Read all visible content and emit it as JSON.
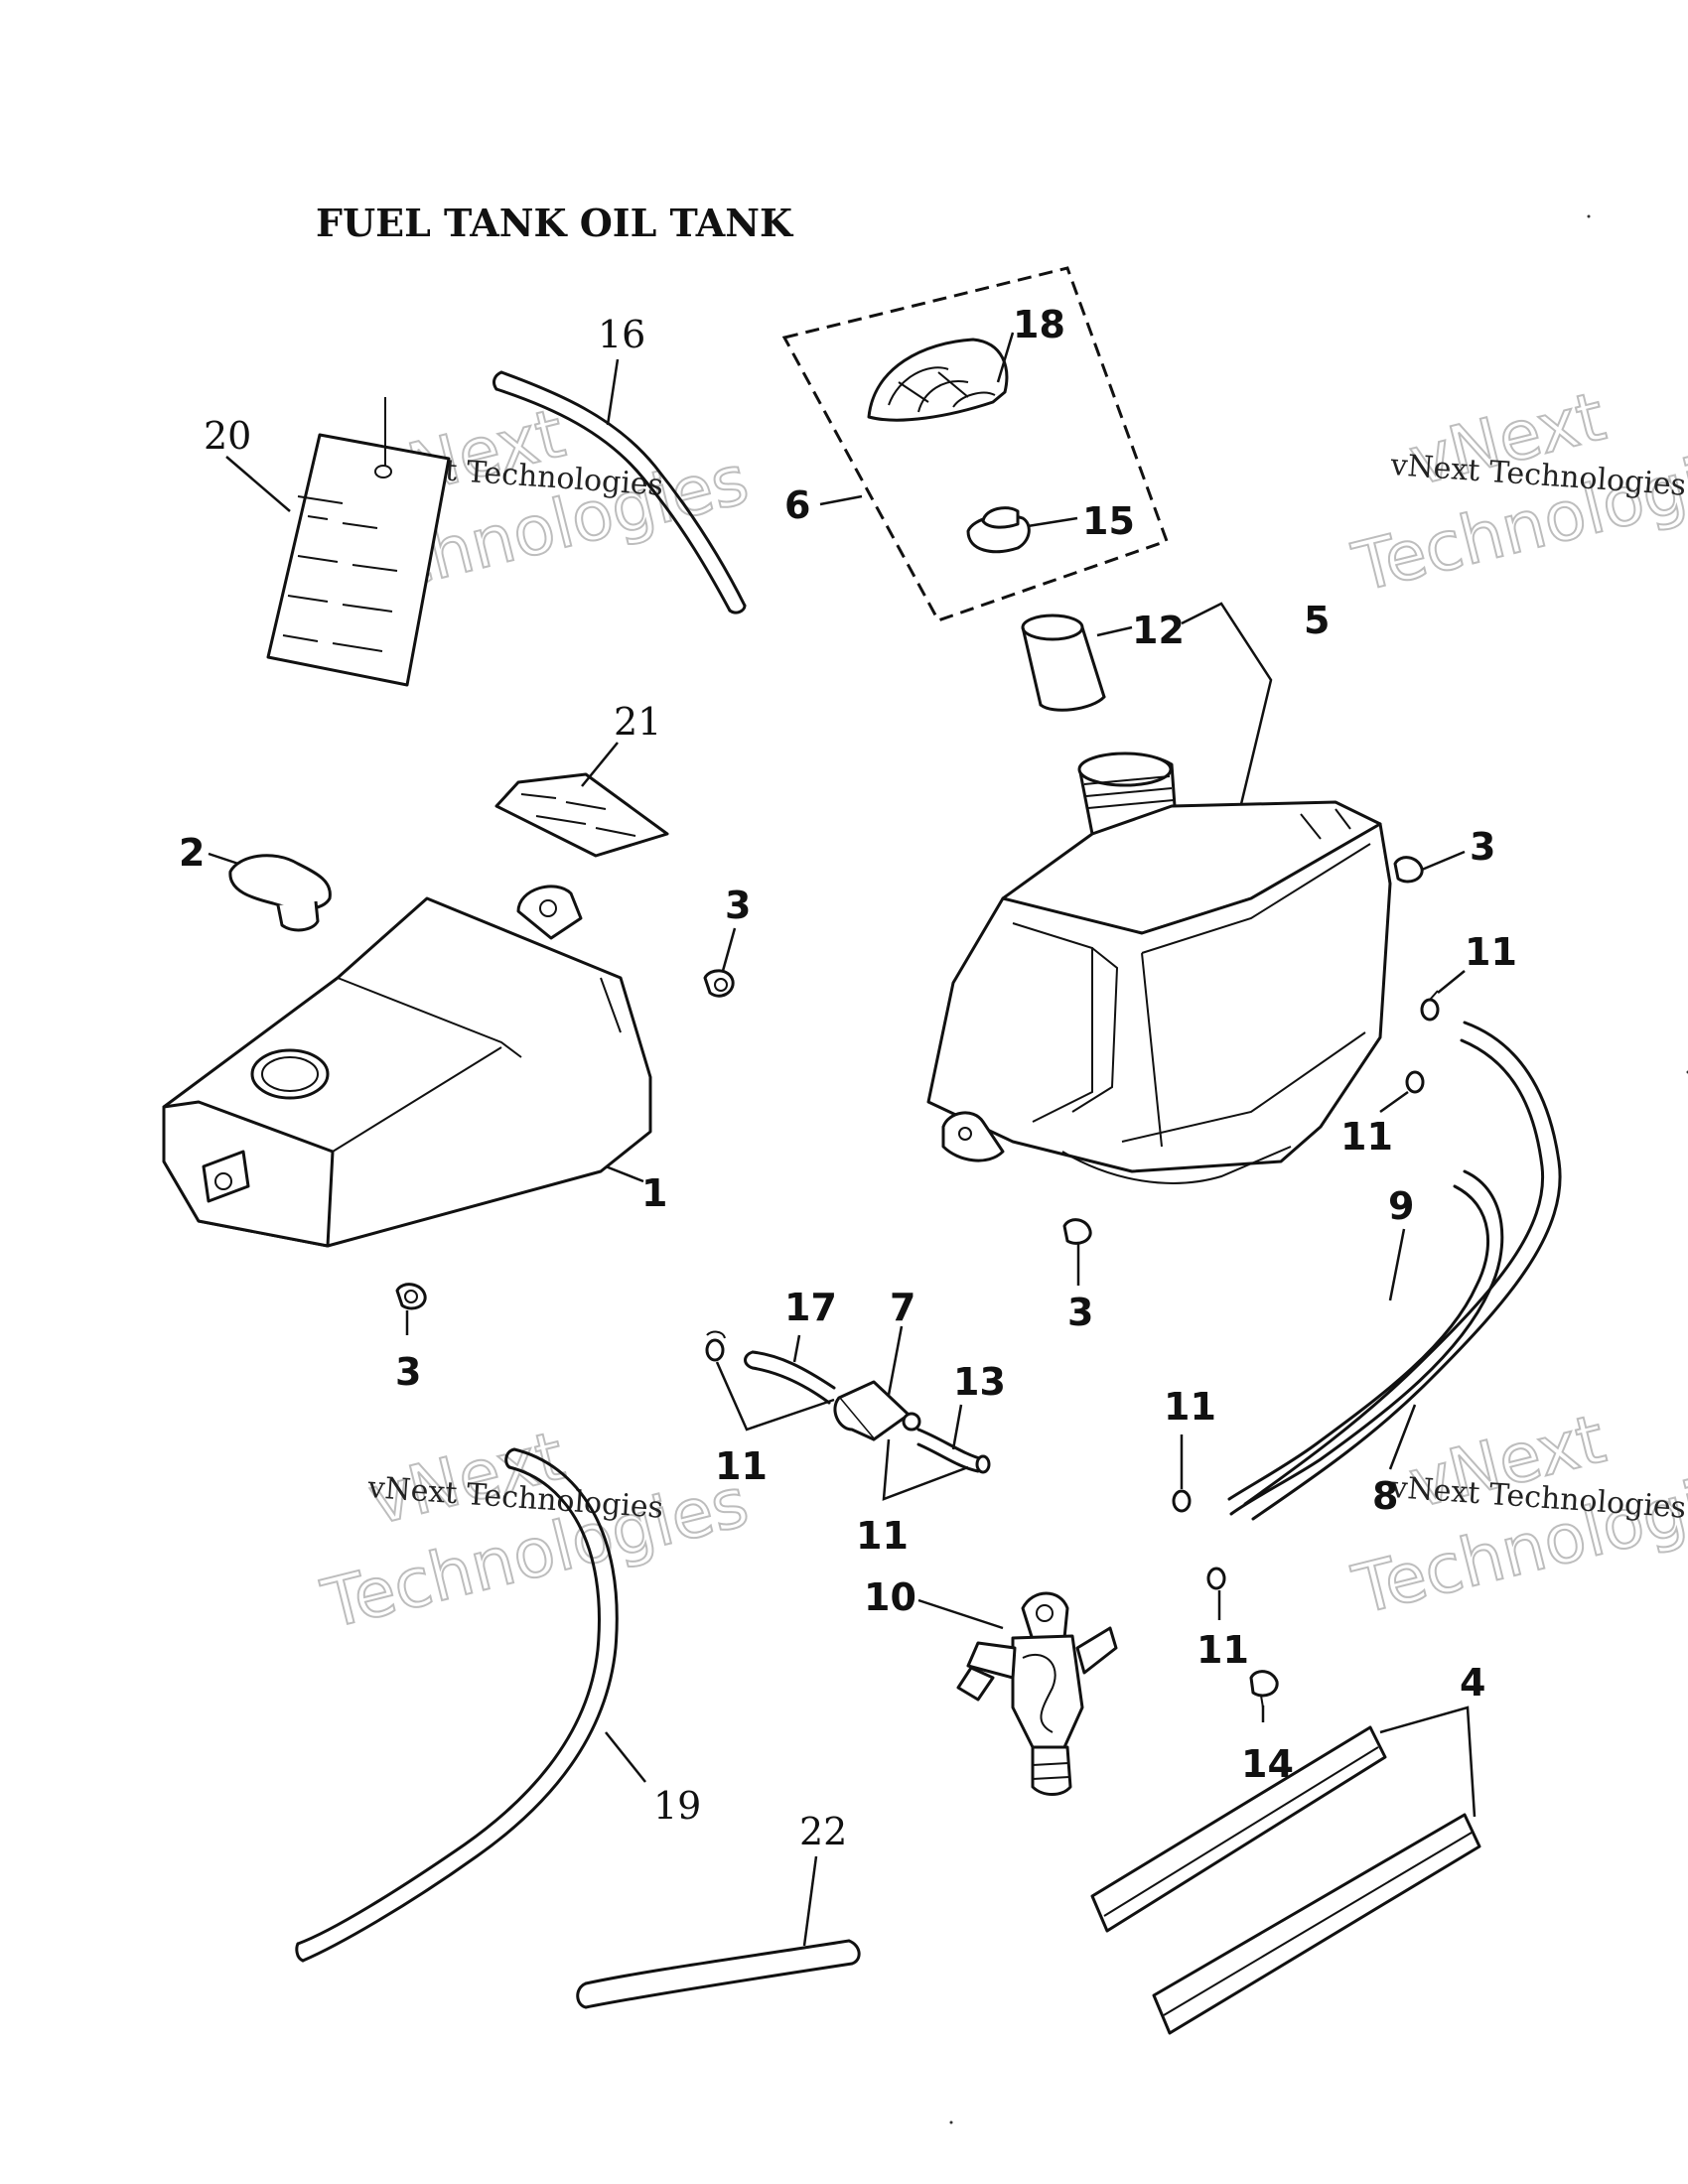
{
  "title": "FUEL TANK    OIL TANK",
  "watermark": {
    "line1": "vNext",
    "line2": "vNext Technologies",
    "line3": "Technologies"
  },
  "callouts": {
    "c1": "1",
    "c2": "2",
    "c3a": "3",
    "c3b": "3",
    "c3c": "3",
    "c3d": "3",
    "c4": "4",
    "c5": "5",
    "c6": "6",
    "c7": "7",
    "c8": "8",
    "c9": "9",
    "c10": "10",
    "c11a": "11",
    "c11b": "11",
    "c11c": "11",
    "c11d": "11",
    "c11e": "11",
    "c11f": "11",
    "c12": "12",
    "c13": "13",
    "c14": "14",
    "c15": "15",
    "c16": "16",
    "c17": "17",
    "c18": "18",
    "c19": "19",
    "c20": "20",
    "c21": "21",
    "c22": "22"
  }
}
